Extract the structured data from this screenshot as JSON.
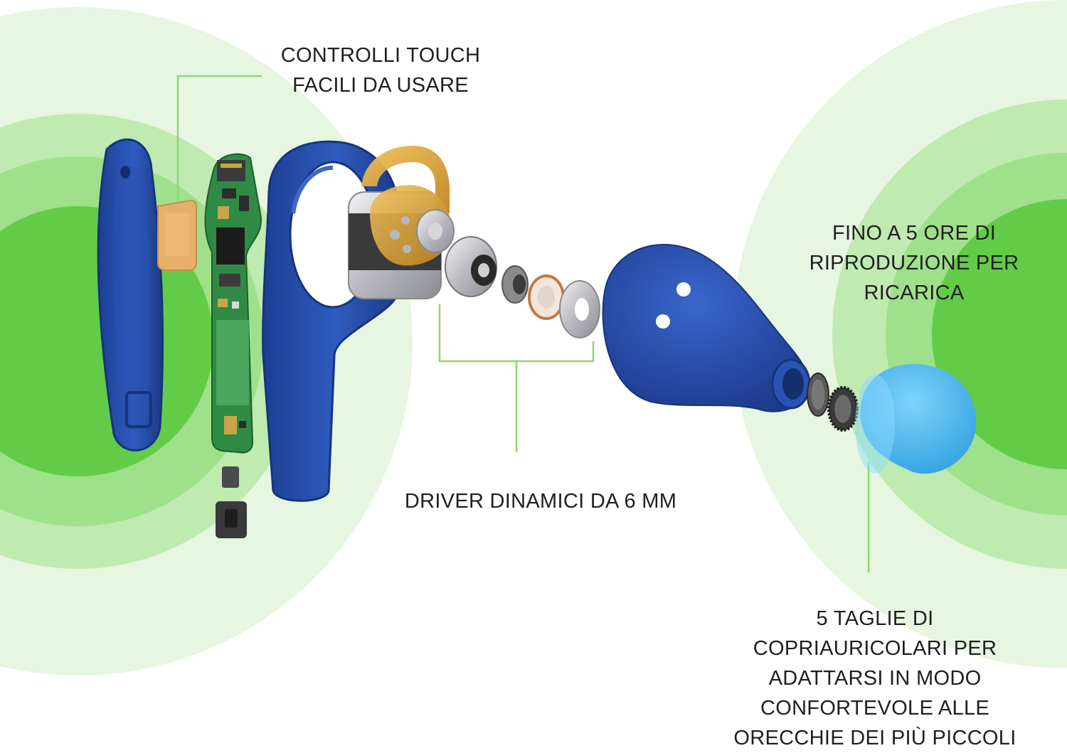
{
  "colors": {
    "ring_outer": "#e6f6e0",
    "ring_mid": "#bfeab0",
    "ring_inner": "#8fdc78",
    "ring_core": "#62cc48",
    "leader_line": "#8fd66e",
    "shell_blue": "#2a52b0",
    "shell_blue_dark": "#1c3c8c",
    "ear_tip": "#52b8ee",
    "pcb_green": "#2f8a45",
    "flex_gold": "#d9a23a",
    "silver": "#c7c7cc",
    "text": "#1f1f1f"
  },
  "callouts": {
    "touch": {
      "lines": [
        "CONTROLLI TOUCH",
        "FACILI DA USARE"
      ]
    },
    "battery": {
      "lines": [
        "FINO A 5 ORE DI",
        "RIPRODUZIONE PER",
        "RICARICA"
      ]
    },
    "driver": {
      "lines": [
        "DRIVER DINAMICI DA 6 MM"
      ]
    },
    "tips": {
      "lines": [
        "5 TAGLIE DI",
        "COPRIAURICOLARI PER",
        "ADATTARSI IN MODO",
        "CONFORTEVOLE ALLE",
        "ORECCHIE DEI PIÙ PICCOLI"
      ]
    }
  },
  "icons": [
    "touch-pad-icon",
    "pcb-board-icon",
    "microphone-component-icon",
    "driver-diaphragm-icon",
    "ear-tip-icon"
  ]
}
